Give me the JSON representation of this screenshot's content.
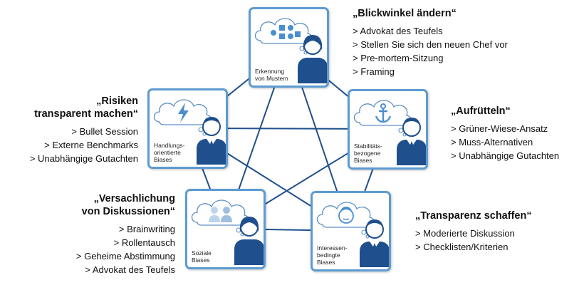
{
  "nodes": [
    {
      "label": "Erkennung\nvon Mustern",
      "thought_icon": "pattern-shapes-icon"
    },
    {
      "label": "Stabilitäts-\nbezogene\nBiases",
      "thought_icon": "anchor-icon"
    },
    {
      "label": "Interessen-\nbedingte\nBiases",
      "thought_icon": "face-icon"
    },
    {
      "label": "Soziale\nBiases",
      "thought_icon": "people-icon"
    },
    {
      "label": "Handlungs-\norientierte\nBiases",
      "thought_icon": "lightning-icon"
    }
  ],
  "blocks": {
    "top": {
      "heading": "„Blickwinkel ändern“",
      "items": [
        "> Advokat des Teufels",
        "> Stellen Sie sich den neuen Chef vor",
        "> Pre-mortem-Sitzung",
        "> Framing"
      ]
    },
    "right": {
      "heading": "„Aufrütteln“",
      "items": [
        "> Grüner-Wiese-Ansatz",
        "> Muss-Alternativen",
        "> Unabhängige Gutachten"
      ]
    },
    "bottom_right": {
      "heading": "„Transparenz schaffen“",
      "items": [
        "> Moderierte Diskussion",
        "> Checklisten/Kriterien"
      ]
    },
    "bottom_left": {
      "heading": "„Versachlichung\nvon Diskussionen“",
      "items": [
        "> Brainwriting",
        "> Rollentausch",
        "> Geheime Abstimmung",
        "> Advokat des Teufels"
      ]
    },
    "left": {
      "heading": "„Risiken\ntransparent machen“",
      "items": [
        "> Bullet Session",
        "> Externe Benchmarks",
        "> Unabhängige Gutachten"
      ]
    }
  },
  "colors": {
    "frame": "#5d9bd1",
    "figure": "#1f4f8c",
    "connector": "#1f4f8c",
    "icon": "#4a8ed0"
  }
}
